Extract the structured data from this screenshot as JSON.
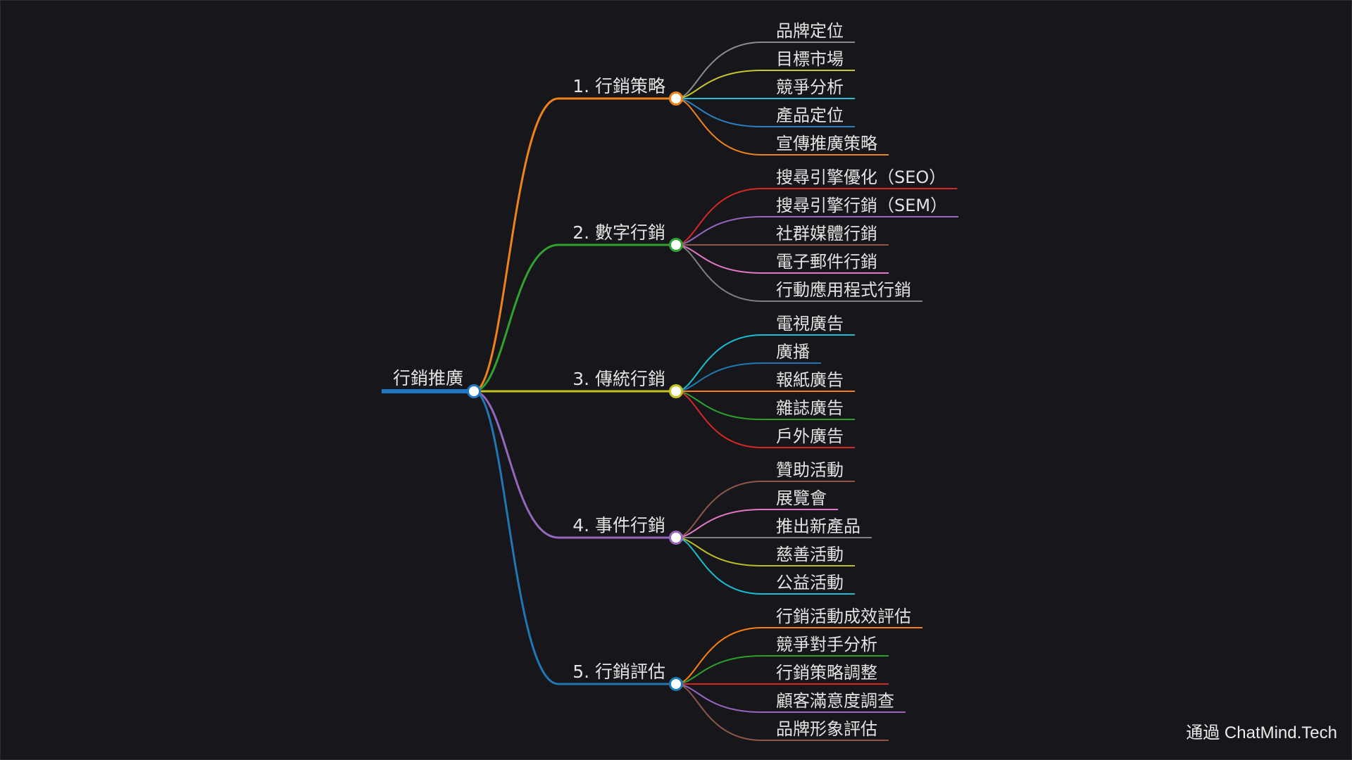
{
  "mindmap": {
    "root": {
      "label": "行銷推廣",
      "color": "#2077c4"
    },
    "branches": [
      {
        "label": "1. 行銷策略",
        "color": "#f0821a",
        "children": [
          {
            "label": "品牌定位",
            "color": "#8c8c8c"
          },
          {
            "label": "目標市場",
            "color": "#c7c72d"
          },
          {
            "label": "競爭分析",
            "color": "#24bfd1"
          },
          {
            "label": "產品定位",
            "color": "#2a7fc1"
          },
          {
            "label": "宣傳推廣策略",
            "color": "#f0821a"
          }
        ]
      },
      {
        "label": "2. 數字行銷",
        "color": "#2fa22f",
        "children": [
          {
            "label": "搜尋引擎優化（SEO）",
            "color": "#d62728"
          },
          {
            "label": "搜尋引擎行銷（SEM）",
            "color": "#9467bd"
          },
          {
            "label": "社群媒體行銷",
            "color": "#8c564b"
          },
          {
            "label": "電子郵件行銷",
            "color": "#e377c2"
          },
          {
            "label": "行動應用程式行銷",
            "color": "#7f7f7f"
          }
        ]
      },
      {
        "label": "3. 傳統行銷",
        "color": "#c4c41f",
        "children": [
          {
            "label": "電視廣告",
            "color": "#17becf"
          },
          {
            "label": "廣播",
            "color": "#1f77b4"
          },
          {
            "label": "報紙廣告",
            "color": "#ff7f0e"
          },
          {
            "label": "雜誌廣告",
            "color": "#2ca02c"
          },
          {
            "label": "戶外廣告",
            "color": "#d62728"
          }
        ]
      },
      {
        "label": "4. 事件行銷",
        "color": "#9467bd",
        "children": [
          {
            "label": "贊助活動",
            "color": "#8c564b"
          },
          {
            "label": "展覽會",
            "color": "#e377c2"
          },
          {
            "label": "推出新產品",
            "color": "#7f7f7f"
          },
          {
            "label": "慈善活動",
            "color": "#bcbd22"
          },
          {
            "label": "公益活動",
            "color": "#17becf"
          }
        ]
      },
      {
        "label": "5. 行銷評估",
        "color": "#1f77b4",
        "children": [
          {
            "label": "行銷活動成效評估",
            "color": "#ff7f0e"
          },
          {
            "label": "競爭對手分析",
            "color": "#2ca02c"
          },
          {
            "label": "行銷策略調整",
            "color": "#d62728"
          },
          {
            "label": "顧客滿意度調查",
            "color": "#9467bd"
          },
          {
            "label": "品牌形象評估",
            "color": "#8c564b"
          }
        ]
      }
    ]
  },
  "footer": {
    "watermark": "通過 ChatMind.Tech"
  },
  "colors": {
    "background": "#17171b",
    "text": "#e3e3e3",
    "node_fill": "#ffffff"
  }
}
